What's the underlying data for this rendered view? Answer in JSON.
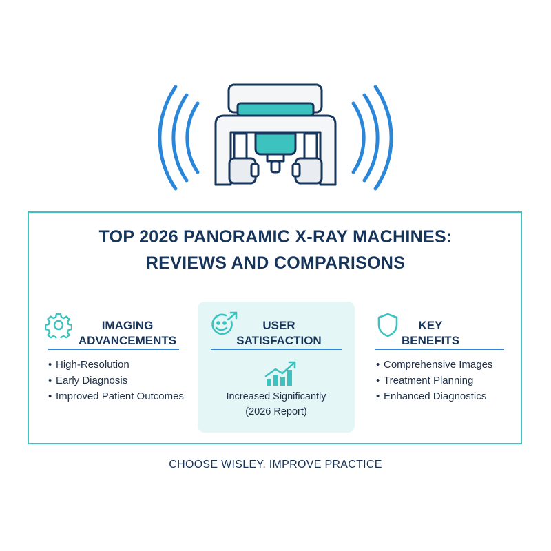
{
  "title": {
    "line1": "TOP 2026 PANORAMIC X-RAY MACHINES:",
    "line2": "REVIEWS AND COMPARISONS"
  },
  "columns": [
    {
      "icon": "gear-icon",
      "heading_line1": "IMAGING",
      "heading_line2": "ADVANCEMENTS",
      "items": [
        "High-Resolution",
        "Early Diagnosis",
        "Improved Patient Outcomes"
      ]
    },
    {
      "icon": "smiley-arrow-icon",
      "heading_line1": "USER",
      "heading_line2": "SATISFACTION",
      "chart_icon": "trend-up-icon",
      "note_line1": "Increased Significantly",
      "note_line2": "(2026 Report)"
    },
    {
      "icon": "shield-icon",
      "heading_line1": "KEY",
      "heading_line2": "BENEFITS",
      "items": [
        "Comprehensive Images",
        "Treatment Planning",
        "Enhanced Diagnostics"
      ]
    }
  ],
  "tagline": "CHOOSE WISLEY. IMPROVE PRACTICE",
  "colors": {
    "navy": "#17355a",
    "teal": "#3cc3c0",
    "blue": "#2a86d8",
    "highlight_bg": "#e5f6f6"
  },
  "illustration": "panoramic-xray-machine-icon"
}
